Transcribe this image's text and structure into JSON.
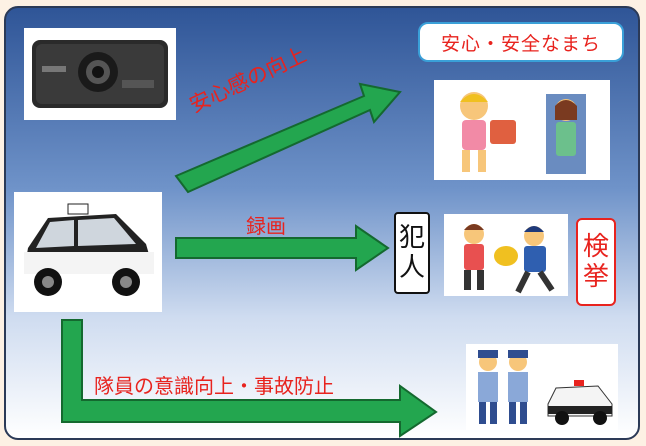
{
  "outcome_label": "安心・安全なまち",
  "arrow_top_label": "安心感の向上",
  "arrow_middle_label": "録画",
  "arrow_bottom_label": "隊員の意識向上・事故防止",
  "culprit_label": [
    "犯",
    "人"
  ],
  "arrest_label": [
    "検",
    "挙"
  ],
  "colors": {
    "arrow_green": "#23a64f",
    "arrow_dark": "#14692f",
    "accent_red": "#e8231e"
  }
}
